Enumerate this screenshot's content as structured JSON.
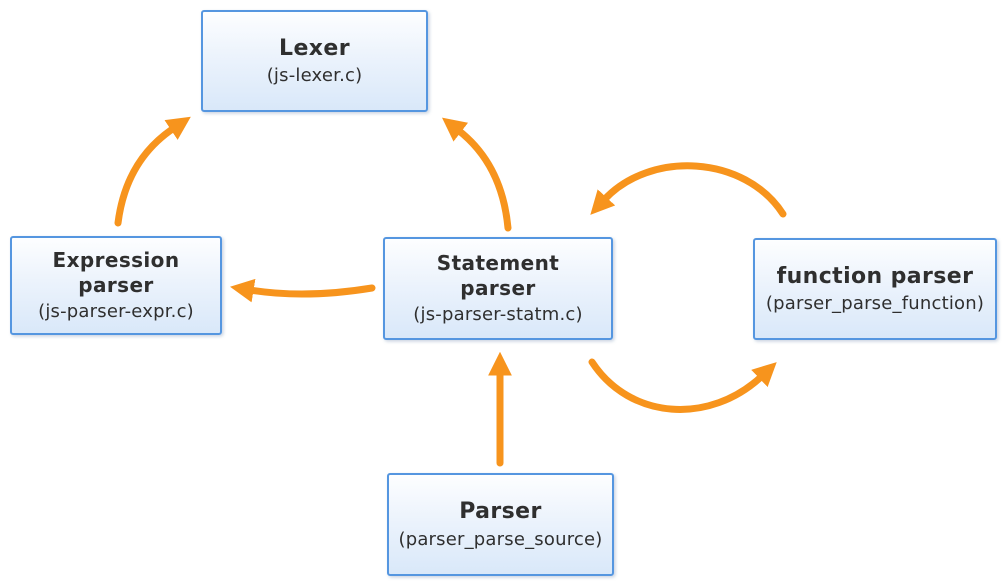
{
  "diagram": {
    "nodes": [
      {
        "id": "lexer",
        "title": "Lexer",
        "subtitle": "(js-lexer.c)"
      },
      {
        "id": "expression-parser",
        "title": "Expression\nparser",
        "subtitle": "(js-parser-expr.c)"
      },
      {
        "id": "statement-parser",
        "title": "Statement\nparser",
        "subtitle": "(js-parser-statm.c)"
      },
      {
        "id": "function-parser",
        "title": "function parser",
        "subtitle": "(parser_parse_function)"
      },
      {
        "id": "parser",
        "title": "Parser",
        "subtitle": "(parser_parse_source)"
      }
    ],
    "edges": [
      {
        "from": "expression-parser",
        "to": "lexer"
      },
      {
        "from": "statement-parser",
        "to": "lexer"
      },
      {
        "from": "statement-parser",
        "to": "expression-parser"
      },
      {
        "from": "function-parser",
        "to": "statement-parser"
      },
      {
        "from": "statement-parser",
        "to": "function-parser"
      },
      {
        "from": "parser",
        "to": "statement-parser"
      }
    ],
    "colors": {
      "arrow": "#F7941D",
      "node_border": "#5596E0",
      "node_fill_top": "#FDFEFF",
      "node_fill_bottom": "#D9E8F9",
      "text": "#2F2F2F"
    }
  }
}
